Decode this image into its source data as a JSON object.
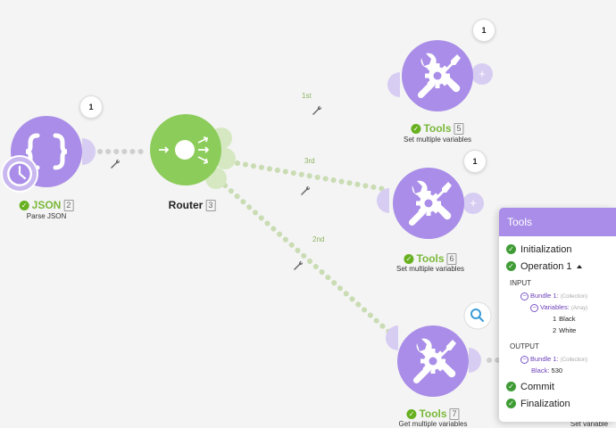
{
  "modules": {
    "json": {
      "name": "JSON",
      "id": "2",
      "subtitle": "Parse JSON",
      "badge": "1",
      "icon": "curly-braces-icon"
    },
    "router": {
      "name": "Router",
      "id": "3",
      "icon": "router-arrows-icon"
    },
    "tools5": {
      "name": "Tools",
      "id": "5",
      "subtitle": "Set multiple variables",
      "badge": "1",
      "icon": "tools-icon"
    },
    "tools6": {
      "name": "Tools",
      "id": "6",
      "subtitle": "Set multiple variables",
      "badge": "1",
      "icon": "tools-icon"
    },
    "tools7": {
      "name": "Tools",
      "id": "7",
      "subtitle": "Get multiple variables",
      "icon": "tools-icon"
    }
  },
  "routes": {
    "r1": "1st",
    "r2": "2nd",
    "r3": "3rd"
  },
  "partial_label": "Set variable",
  "panel": {
    "title": "Tools",
    "initialization": "Initialization",
    "operation": "Operation 1",
    "input_title": "INPUT",
    "input": {
      "bundle_key": "Bundle 1:",
      "bundle_type": "(Collection)",
      "variables_key": "Variables:",
      "variables_type": "(Array)",
      "items": [
        {
          "index": "1",
          "value": "Black"
        },
        {
          "index": "2",
          "value": "White"
        }
      ]
    },
    "output_title": "OUTPUT",
    "output": {
      "bundle_key": "Bundle 1:",
      "bundle_type": "(Collection)",
      "result_key": "Black:",
      "result_value": "530"
    },
    "commit": "Commit",
    "finalization": "Finalization"
  },
  "colors": {
    "purple": "#a98de8",
    "router_green": "#8ccc5a",
    "success_green": "#3f9c35",
    "link_gray": "#cfcfcf",
    "link_green": "#c9dcb3"
  }
}
